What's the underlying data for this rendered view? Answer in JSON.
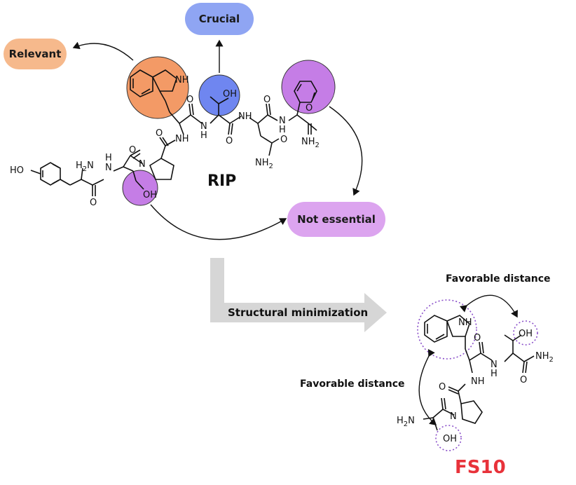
{
  "colors": {
    "relevant": "#f6b98c",
    "crucial": "#8fa5f3",
    "not_essential": "#dca4ef",
    "orange_circle": "#f39a66",
    "blue_circle": "#6f86f0",
    "purple_circle": "#c57de6",
    "fs10": "#e8323a",
    "dotted": "#8a4fc9",
    "arrow_gray": "#d6d6d6"
  },
  "rip_residue_labels": {
    "relevant": "Relevant",
    "crucial": "Crucial",
    "not_essential": "Not essential"
  },
  "rip_name": "RIP",
  "transition_label": "Structural minimization",
  "fs10": {
    "name": "FS10",
    "distance_label_top": "Favorable distance",
    "distance_label_left": "Favorable distance"
  },
  "atoms": {
    "nh": "NH",
    "oh": "OH",
    "ho": "HO",
    "n": "N",
    "h2n": "H2N",
    "nh2": "NH2",
    "o": "O",
    "h": "H"
  }
}
